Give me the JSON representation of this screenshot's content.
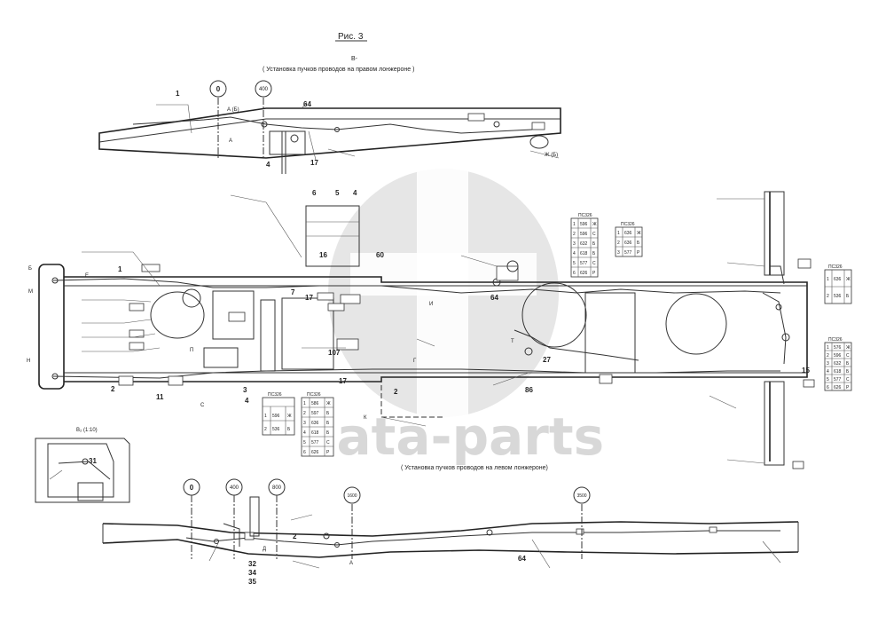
{
  "figure": {
    "title": "Рис. 3",
    "view_letter": "В-"
  },
  "captions": {
    "right_side_members": "( Установка пучков проводов на правом лонжероне )",
    "left_side_members": "( Установка пучков проводов на левом лонжероне)"
  },
  "markers_top": [
    {
      "label": "0"
    },
    {
      "label": "400"
    }
  ],
  "markers_bottom": [
    {
      "label": "0"
    },
    {
      "label": "400"
    },
    {
      "label": "800"
    },
    {
      "label": "1600"
    },
    {
      "label": "3500"
    }
  ],
  "callouts": {
    "c1": "1",
    "c2": "2",
    "c3": "3",
    "c4": "4",
    "c5": "5",
    "c6": "6",
    "c7": "7",
    "c11": "11",
    "c15": "15",
    "c16": "16",
    "c17": "17",
    "c27": "27",
    "c31": "31",
    "c32": "32",
    "c34": "34",
    "c35": "35",
    "c60": "60",
    "c64": "64",
    "c86": "86",
    "c107": "107"
  },
  "sections": {
    "A": "А",
    "A_sec": "А (Б)",
    "B1": "Б",
    "M": "М",
    "H": "Н",
    "E1": "Е",
    "D1": "Д",
    "G1": "Г",
    "K": "К",
    "P1": "П",
    "C1": "С",
    "T": "Т",
    "V2": "В₂ (1:10)",
    "Zh": "Ж (Б)",
    "I": "И"
  },
  "tables": {
    "ps326_a": {
      "title": "ПС326",
      "rows": [
        [
          "1",
          "596",
          "Ж"
        ],
        [
          "2",
          "596",
          "С"
        ],
        [
          "3",
          "632",
          "Б"
        ],
        [
          "4",
          "618",
          "Б"
        ],
        [
          "5",
          "577",
          "С"
        ],
        [
          "6",
          "626",
          "Р"
        ]
      ]
    },
    "ps326_b": {
      "title": "ПС326",
      "rows": [
        [
          "1",
          "636",
          "Ж"
        ],
        [
          "2",
          "636",
          "Б"
        ],
        [
          "3",
          "577",
          "Р"
        ]
      ]
    },
    "ps326_c": {
      "title": "ПС326",
      "rows": [
        [
          "1",
          "576",
          "Ж"
        ],
        [
          "2",
          "596",
          "С"
        ],
        [
          "3",
          "632",
          "Б"
        ],
        [
          "4",
          "618",
          "Б"
        ],
        [
          "5",
          "577",
          "С"
        ],
        [
          "6",
          "626",
          "Р"
        ]
      ]
    },
    "ps326_d": {
      "title": "ПС326",
      "rows": [
        [
          "1",
          "636",
          "Ж"
        ],
        [
          "2",
          "536",
          "Б"
        ]
      ]
    },
    "ps326_e": {
      "title": "ПС326",
      "rows": [
        [
          "1",
          "596",
          "Ж"
        ],
        [
          "2",
          "536",
          "Б"
        ]
      ]
    },
    "ps326_f": {
      "title": "ПС326",
      "rows": [
        [
          "1",
          "586",
          "Ж"
        ],
        [
          "2",
          "597",
          "Б"
        ],
        [
          "3",
          "636",
          "Б"
        ],
        [
          "4",
          "618",
          "Б"
        ],
        [
          "5",
          "577",
          "С"
        ],
        [
          "6",
          "626",
          "Р"
        ]
      ]
    }
  },
  "watermark": {
    "text": "data-parts"
  }
}
